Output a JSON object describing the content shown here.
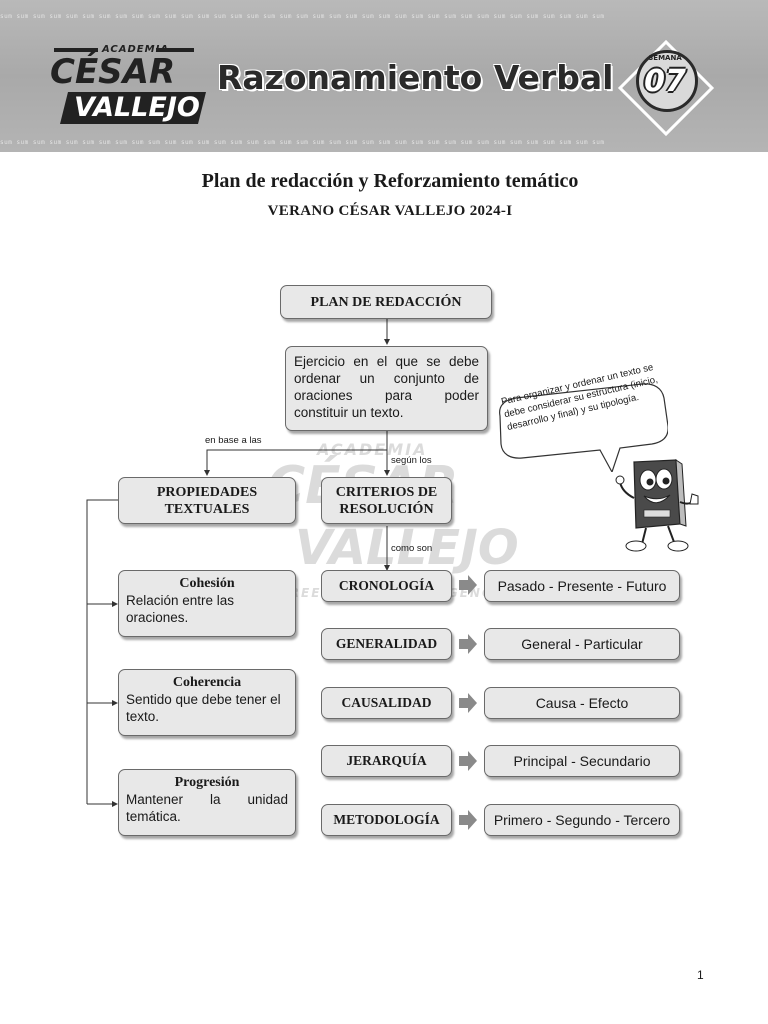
{
  "header": {
    "strip_text": "sum sum sum sum sum sum sum sum sum sum sum sum sum sum sum sum sum sum sum sum sum sum sum sum sum sum sum sum sum sum sum sum sum sum sum sum sum",
    "logo": {
      "academia": "ACADEMIA",
      "line1": "CÉSAR",
      "line2": "VALLEJO"
    },
    "course_title": "Razonamiento Verbal",
    "week_label": "SEMANA",
    "week_number": "07"
  },
  "document": {
    "title": "Plan de redacción y Reforzamiento temático",
    "subtitle": "VERANO CÉSAR VALLEJO 2024-I"
  },
  "diagram": {
    "root": "PLAN DE REDACCIÓN",
    "definition": "Ejercicio en el que se debe ordenar un conjunto de oraciones para poder constituir un texto.",
    "link_left": "en base a las",
    "link_right": "según los",
    "link_below": "como son",
    "left_branch": "PROPIEDADES TEXTUALES",
    "right_branch": "CRITERIOS DE RESOLUCIÓN",
    "properties": [
      {
        "name": "Cohesión",
        "description": "Relación entre las oraciones."
      },
      {
        "name": "Coherencia",
        "description": "Sentido que debe tener el texto."
      },
      {
        "name": "Progresión",
        "description": "Mantener la unidad temática."
      }
    ],
    "criteria": [
      {
        "name": "CRONOLOGÍA",
        "result": "Pasado - Presente - Futuro"
      },
      {
        "name": "GENERALIDAD",
        "result": "General - Particular"
      },
      {
        "name": "CAUSALIDAD",
        "result": "Causa - Efecto"
      },
      {
        "name": "JERARQUÍA",
        "result": "Principal - Secundario"
      },
      {
        "name": "METODOLOGÍA",
        "result": "Primero - Segundo - Tercero"
      }
    ]
  },
  "speech_bubble": "Para organizar y ordenar un texto se debe considerar su estructura (inicio, desarrollo y final) y su tipología.",
  "watermark": {
    "line1": "ACADEMIA",
    "line2": "CÉSAR",
    "line3": "VALLEJO",
    "slogan": "CREEMOS EN LA EXIGENCIA"
  },
  "page_number": "1"
}
